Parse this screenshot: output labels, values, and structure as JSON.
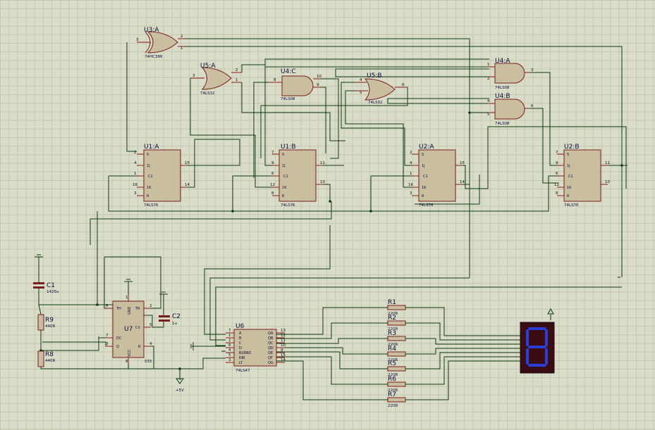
{
  "components": {
    "u3a": {
      "ref": "U3:A",
      "part": "74HC386",
      "pins": [
        "3",
        "2",
        "1"
      ]
    },
    "u5a": {
      "ref": "U5:A",
      "part": "74LS32",
      "pins": [
        "3",
        "2",
        "1"
      ]
    },
    "u4c": {
      "ref": "U4:C",
      "part": "74LS08",
      "pins": [
        "8",
        "10",
        "9"
      ]
    },
    "u5b": {
      "ref": "U5:B",
      "part": "74LS32",
      "pins": [
        "4",
        "5",
        "6"
      ]
    },
    "u4a": {
      "ref": "U4:A",
      "part": "74LS08",
      "pins": [
        "1",
        "2",
        "3"
      ]
    },
    "u4b": {
      "ref": "U4:B",
      "part": "74LS08",
      "pins": [
        "4",
        "5",
        "6"
      ]
    },
    "u1a": {
      "ref": "U1:A",
      "part": "74LS76",
      "pins": [
        "2",
        "4",
        "1",
        "16",
        "3",
        "15",
        "14"
      ],
      "pin_names": [
        "S",
        "1J",
        "C1",
        "1K",
        "R"
      ]
    },
    "u1b": {
      "ref": "U1:B",
      "part": "74LS76",
      "pins": [
        "7",
        "9",
        "6",
        "12",
        "8",
        "11",
        "10"
      ],
      "pin_names": [
        "S",
        "1J",
        "C1",
        "1K",
        "R"
      ]
    },
    "u2a": {
      "ref": "U2:A",
      "part": "74LS76",
      "pins": [
        "2",
        "4",
        "1",
        "16",
        "3",
        "15",
        "14"
      ],
      "pin_names": [
        "S",
        "1J",
        "C1",
        "1K",
        "R"
      ]
    },
    "u2b": {
      "ref": "U2:B",
      "part": "74LS76",
      "pins": [
        "7",
        "9",
        "6",
        "12",
        "8",
        "11",
        "10"
      ],
      "pin_names": [
        "S",
        "1J",
        "C1",
        "1K",
        "R"
      ]
    },
    "u7": {
      "ref": "U7",
      "part": "555",
      "pin_names": [
        "TH",
        "GND",
        "TR",
        "DC",
        "CV",
        "Q",
        "VCC",
        "R"
      ],
      "pins": [
        "6",
        "1",
        "2",
        "7",
        "5",
        "3",
        "8",
        "4"
      ]
    },
    "u6": {
      "ref": "U6",
      "part": "74LS47",
      "in_names": [
        "A",
        "B",
        "C",
        "D",
        "BI/RBO",
        "RBI",
        "LT"
      ],
      "in_pins": [
        "7",
        "1",
        "2",
        "6",
        "4",
        "5",
        "3"
      ],
      "out_names": [
        "QA",
        "QB",
        "QC",
        "QD",
        "QE",
        "QF",
        "QG"
      ],
      "out_pins": [
        "13",
        "12",
        "11",
        "10",
        "9",
        "15",
        "14"
      ]
    },
    "c1": {
      "ref": "C1",
      "value": "1425u"
    },
    "c2": {
      "ref": "C2",
      "value": "1u"
    },
    "r9": {
      "ref": "R9",
      "value": "440R"
    },
    "r8": {
      "ref": "R8",
      "value": "440R"
    },
    "resistors": [
      {
        "ref": "R1",
        "value": "220R"
      },
      {
        "ref": "R2",
        "value": "220R"
      },
      {
        "ref": "R3",
        "value": "220R"
      },
      {
        "ref": "R4",
        "value": "220R"
      },
      {
        "ref": "R5",
        "value": "220R"
      },
      {
        "ref": "R6",
        "value": "220R"
      },
      {
        "ref": "R7",
        "value": "220R"
      }
    ],
    "power": {
      "label": "+5V"
    }
  },
  "colors": {
    "wire": "#0b3b12",
    "body": "#c9bfa0",
    "outline": "#7a1e1e",
    "pin": "#8a1c1c",
    "display_bg": "#3a0c14",
    "segment": "#2a3fd6"
  }
}
